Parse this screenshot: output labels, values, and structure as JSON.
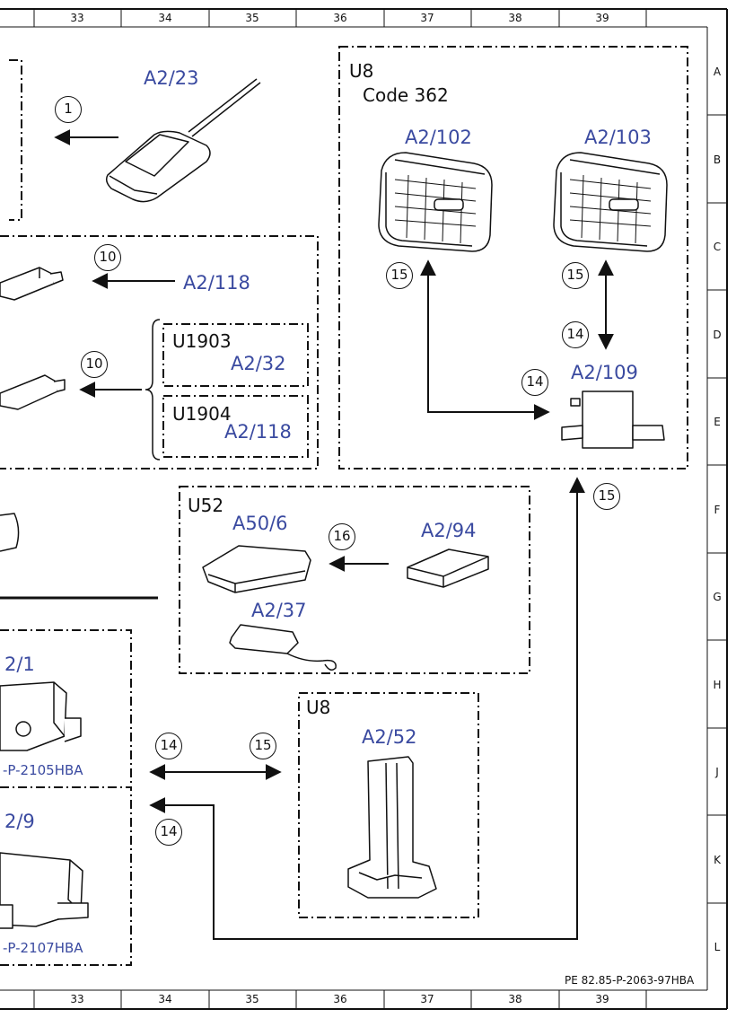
{
  "grid": {
    "columns": [
      "33",
      "34",
      "35",
      "36",
      "37",
      "38",
      "39"
    ],
    "rows": [
      "A",
      "B",
      "C",
      "D",
      "E",
      "F",
      "G",
      "H",
      "J",
      "K",
      "L"
    ]
  },
  "labels": {
    "a2_23": "A2/23",
    "u8_top": "U8",
    "code_362": "Code 362",
    "a2_102": "A2/102",
    "a2_103": "A2/103",
    "a2_118_top": "A2/118",
    "u1903": "U1903",
    "a2_32": "A2/32",
    "u1904": "U1904",
    "a2_118_bot": "A2/118",
    "a2_109": "A2/109",
    "u52": "U52",
    "a50_6": "A50/6",
    "a2_94": "A2/94",
    "a2_37": "A2/37",
    "a2_1_partial": "2/1",
    "ref_2105": "-P-2105HBA",
    "a2_9_partial": "2/9",
    "ref_2107": "-P-2107HBA",
    "u8_bottom": "U8",
    "a2_52": "A2/52"
  },
  "callouts": {
    "c1": "1",
    "c10a": "10",
    "c10b": "10",
    "c15a": "15",
    "c15b": "15",
    "c14a": "14",
    "c14b": "14",
    "c15c": "15",
    "c16": "16",
    "c14c": "14",
    "c15d": "15",
    "c14d": "14"
  },
  "footer": {
    "reference": "PE 82.85-P-2063-97HBA"
  },
  "colors": {
    "label_blue": "#3a4aa0",
    "line": "#111111"
  }
}
